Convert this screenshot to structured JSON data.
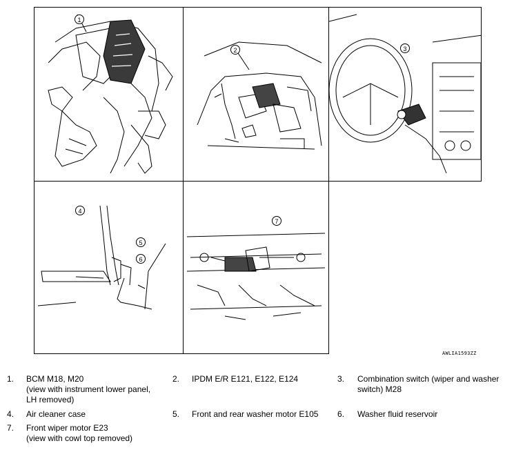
{
  "figure_id": "AWLIA1593ZZ",
  "callouts": [
    "1",
    "2",
    "3",
    "4",
    "5",
    "6",
    "7"
  ],
  "legend": [
    {
      "num": "1.",
      "lines": [
        "BCM M18, M20",
        "(view with instrument lower panel,",
        "LH removed)"
      ]
    },
    {
      "num": "2.",
      "lines": [
        "IPDM E/R E121, E122, E124"
      ]
    },
    {
      "num": "3.",
      "lines": [
        "Combination switch (wiper and washer",
        "switch) M28"
      ]
    },
    {
      "num": "4.",
      "lines": [
        "Air cleaner case"
      ]
    },
    {
      "num": "5.",
      "lines": [
        "Front and rear washer motor E105"
      ]
    },
    {
      "num": "6.",
      "lines": [
        "Washer fluid reservoir"
      ]
    },
    {
      "num": "7.",
      "lines": [
        "Front wiper motor E23",
        "(view with cowl top removed)"
      ]
    }
  ]
}
